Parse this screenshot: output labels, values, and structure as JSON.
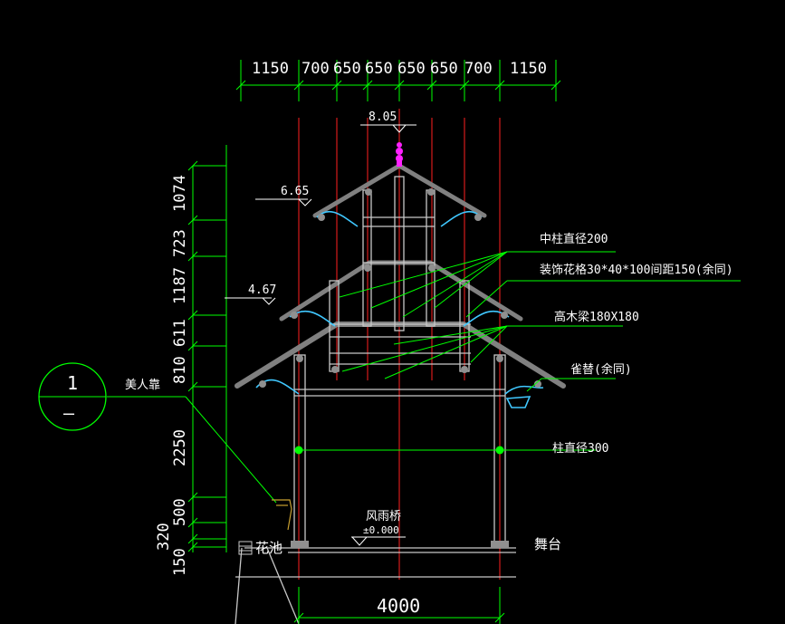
{
  "drawing": {
    "top_dimensions": [
      "1150",
      "700",
      "650",
      "650",
      "650",
      "650",
      "700",
      "1150"
    ],
    "left_dimensions": [
      "1074",
      "723",
      "1187",
      "611",
      "810",
      "2250",
      "500",
      "320",
      "150"
    ],
    "bottom_dimension": "4000",
    "elevations": [
      "8.05",
      "6.65",
      "4.67"
    ],
    "section_marker": {
      "number": "1",
      "sheet": "—"
    },
    "labels": {
      "meirenkao": "美人靠",
      "zhongzhu": "中柱直径200",
      "huage": "装饰花格30*40*100间距150(余同)",
      "liang": "高木梁180X180",
      "quti": "雀替(余同)",
      "zhujing": "柱直径300",
      "fengyuqiao": "风雨桥",
      "elev_zero": "±0.000",
      "huachi": "花池",
      "wutai": "舞台"
    },
    "colors": {
      "background": "#000000",
      "dimension": "#00ff00",
      "leader": "#00ff00",
      "axis": "#ff2020",
      "roof": "#808080",
      "structure": "#c8c8c8",
      "text": "#ffffff",
      "bracket": "#40c8ff",
      "finial": "#ff20ff"
    }
  }
}
